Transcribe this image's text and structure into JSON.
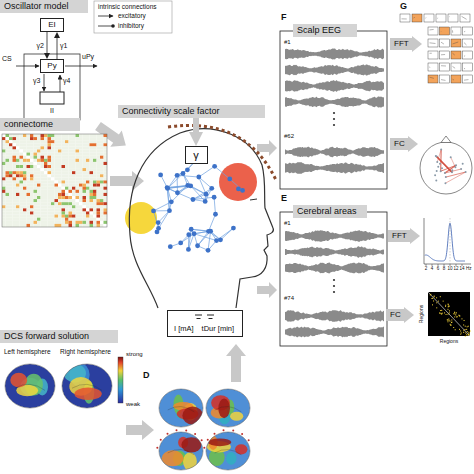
{
  "diagram": {
    "nodes": [
      {
        "text": [
          "Oscillator model"
        ]
      },
      {
        "text": [
          "EI"
        ]
      },
      {
        "text": [
          "Py"
        ]
      },
      {
        "text": [
          "Connectivity scale factor"
        ]
      },
      {
        "text": [
          "γ"
        ]
      },
      {
        "text": [
          "I [mA]",
          "tDur [min]"
        ]
      },
      {
        "text": [
          "connectome"
        ]
      },
      {
        "text": [
          "DCS forward solution"
        ]
      },
      {
        "text": [
          "Scalp EEG"
        ]
      },
      {
        "text": [
          "FFT"
        ]
      },
      {
        "text": [
          "FC"
        ]
      },
      {
        "text": [
          "Cerebral areas"
        ]
      },
      {
        "text": [
          "FFT"
        ]
      },
      {
        "text": [
          "FC"
        ]
      }
    ],
    "edges": [
      {
        "from": 1,
        "to": 2,
        "label": "γ2",
        "arrow": "to"
      },
      {
        "from": 2,
        "to": 1,
        "label": "γ1",
        "arrow": "to"
      },
      {
        "from": 3,
        "to": 4,
        "arrow": "to"
      }
    ],
    "labels": [
      "γ3",
      "γ4",
      "uPy",
      "CS",
      "II",
      "intrinsic connections",
      "D",
      "F",
      "#1",
      "#62",
      "E",
      "#1",
      "#74",
      "G",
      "Left hemisphere",
      "Right hemisphere",
      "strong",
      "weak",
      "2",
      "4",
      "6",
      "8",
      "10",
      "12",
      "14",
      "Hz",
      "Regions",
      "Regions"
    ],
    "legend": [
      {
        "text": "excitatory"
      },
      {
        "text": "inhibitory"
      }
    ]
  }
}
